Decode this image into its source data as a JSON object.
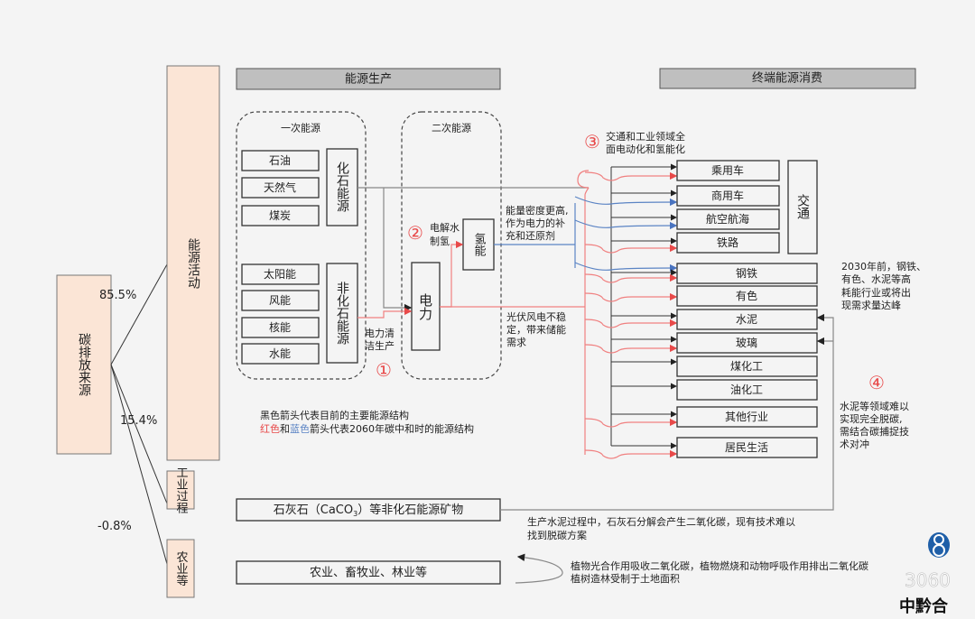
{
  "colors": {
    "peach": "#fbe5d6",
    "header": "#bfbfbf",
    "red": "#e84a4a",
    "blue": "#5b84c4",
    "black": "#333333"
  },
  "source": {
    "label": "碳排放来源",
    "shares": [
      "85.5%",
      "15.4%",
      "-0.8%"
    ]
  },
  "categories": {
    "energy": "能源活动",
    "industry": "工业过程",
    "agri": "农业等"
  },
  "headers": {
    "production": "能源生产",
    "consumption": "终端能源消费"
  },
  "primary": {
    "title": "一次能源",
    "fossil": "化石能源",
    "fossil_items": [
      "石油",
      "天然气",
      "煤炭"
    ],
    "nonfossil": "非化石能源",
    "nonfossil_items": [
      "太阳能",
      "风能",
      "核能",
      "水能"
    ]
  },
  "secondary": {
    "title": "二次能源",
    "power": "电力",
    "hydrogen": "氢能"
  },
  "markers": [
    "①",
    "②",
    "③",
    "④"
  ],
  "notes": {
    "clean_power": [
      "电力清",
      "洁生产"
    ],
    "electrolysis": [
      "电解水",
      "制氢"
    ],
    "hydrogen_note": [
      "能量密度更高,",
      "作为电力的补",
      "充和还原剂"
    ],
    "pv_note": [
      "光伏风电不稳",
      "定，带来储能",
      "需求"
    ],
    "electrify": [
      "交通和工业领域全",
      "面电动化和氢能化"
    ],
    "peak": [
      "2030年前，钢铁、",
      "有色、水泥等高",
      "耗能行业或将出",
      "现需求量达峰"
    ],
    "ccs": [
      "水泥等领域难以",
      "实现完全脱碳,",
      "需结合碳捕捉技",
      "术对冲"
    ],
    "legend_black": "黑色箭头代表目前的主要能源结构",
    "legend_red": "红色",
    "legend_and": "和",
    "legend_blue": "蓝色",
    "legend_rest": "箭头代表2060年碳中和时的能源结构",
    "cement": [
      "生产水泥过程中，石灰石分解会产生二氧化碳，现有技术难以",
      "找到脱碳方案"
    ],
    "plants": [
      "植物光合作用吸收二氧化碳，植物燃烧和动物呼吸作用排出二氧化碳",
      "植树造林受制于土地面积"
    ]
  },
  "transport": {
    "label": "交通",
    "items": [
      "乘用车",
      "商用车",
      "航空航海",
      "铁路"
    ]
  },
  "industry_items": [
    "钢铁",
    "有色",
    "水泥",
    "玻璃",
    "煤化工",
    "油化工",
    "其他行业",
    "居民生活"
  ],
  "limestone": {
    "pre": "石灰石（CaCO",
    "sub": "3",
    "post": "）等非化石能源矿物"
  },
  "agriculture": "农业、畜牧业、林业等",
  "watermark": {
    "text": "3060",
    "brand": "中黔合"
  }
}
